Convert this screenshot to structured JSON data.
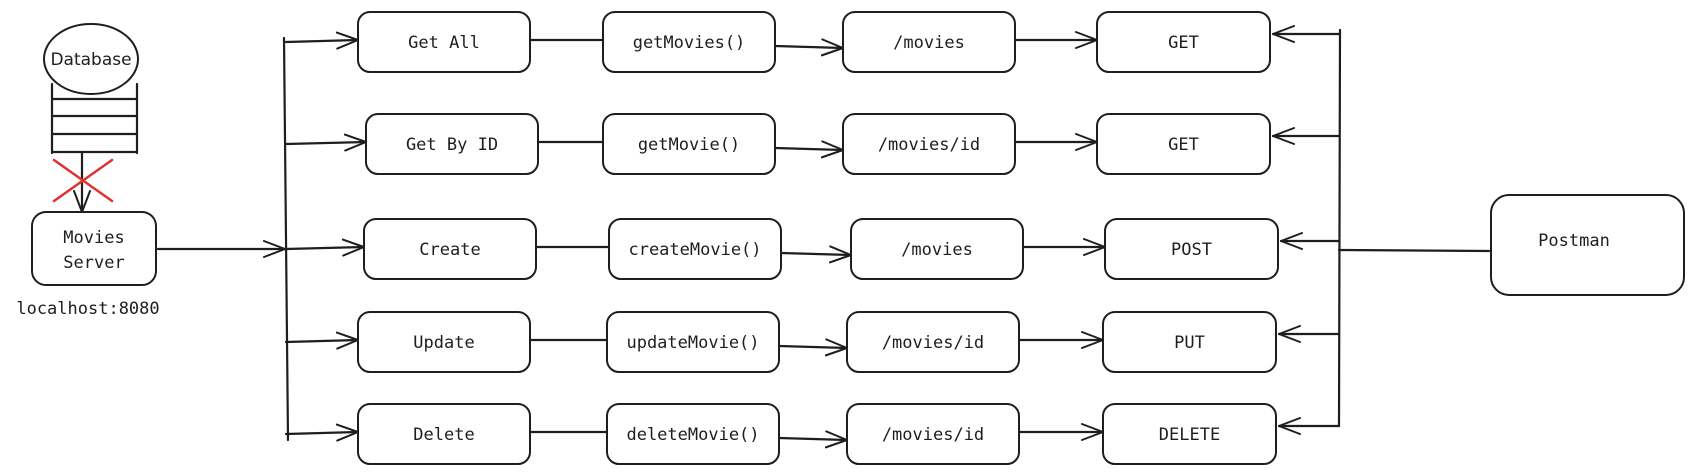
{
  "database": {
    "label": "Database"
  },
  "server": {
    "label_line1": "Movies",
    "label_line2": "Server",
    "host": "localhost:8080"
  },
  "client": {
    "label": "Postman"
  },
  "rows": [
    {
      "action": "Get All",
      "handler": "getMovies()",
      "route": "/movies",
      "method": "GET"
    },
    {
      "action": "Get By ID",
      "handler": "getMovie()",
      "route": "/movies/id",
      "method": "GET"
    },
    {
      "action": "Create",
      "handler": "createMovie()",
      "route": "/movies",
      "method": "POST"
    },
    {
      "action": "Update",
      "handler": "updateMovie()",
      "route": "/movies/id",
      "method": "PUT"
    },
    {
      "action": "Delete",
      "handler": "deleteMovie()",
      "route": "/movies/id",
      "method": "DELETE"
    }
  ],
  "colors": {
    "stroke": "#1e1e1e",
    "cross": "#e03131"
  }
}
